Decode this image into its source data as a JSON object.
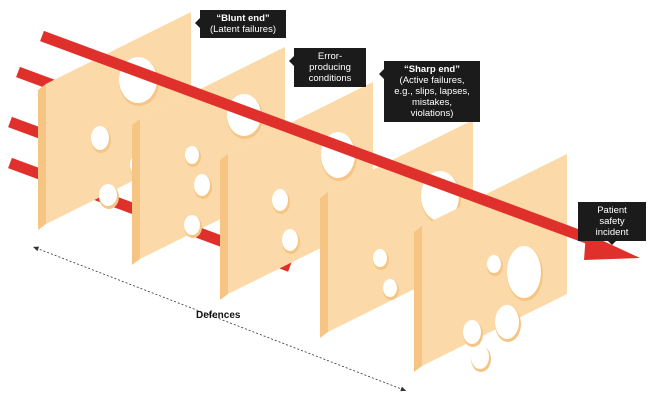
{
  "callouts": {
    "blunt_end": {
      "title": "“Blunt end”",
      "text": "(Latent failures)"
    },
    "error_producing": {
      "text": "Error-producing conditions"
    },
    "sharp_end": {
      "title": "“Sharp end”",
      "text": "(Active failures, e.g., slips, lapses, mistakes, violations)"
    },
    "incident": {
      "text": "Patient safety incident"
    }
  },
  "defences_label": "Defences",
  "colors": {
    "cheese": "#fcd9a8",
    "cheese_edge": "#f6c584",
    "arrow": "#e0302b",
    "callout": "#1b1b1b"
  }
}
